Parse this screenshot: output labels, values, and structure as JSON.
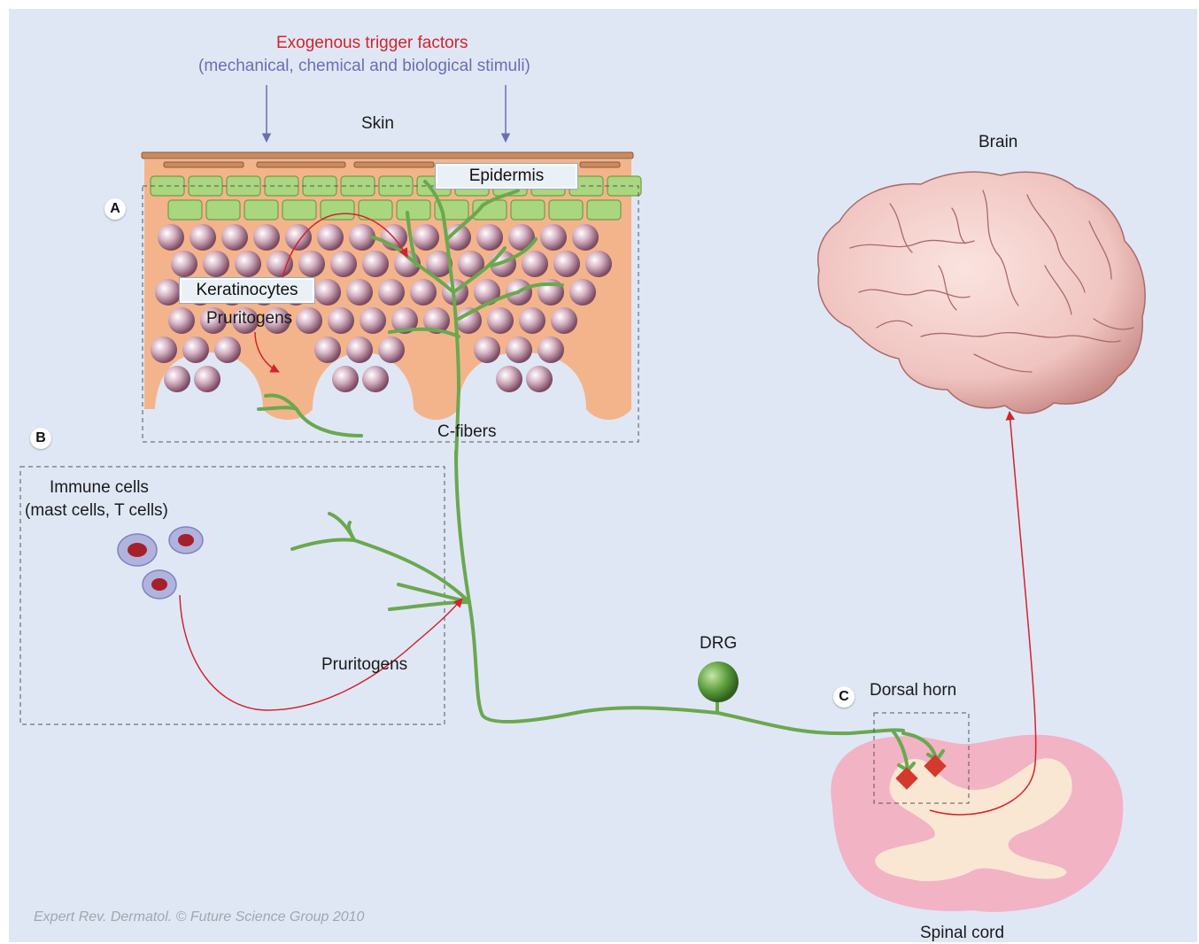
{
  "labels": {
    "trigger_title": "Exogenous trigger factors",
    "trigger_sub": "(mechanical, chemical and biological stimuli)",
    "skin": "Skin",
    "epidermis": "Epidermis",
    "keratinocytes": "Keratinocytes",
    "pruritogens_skin": "Pruritogens",
    "c_fibers": "C-fibers",
    "immune_cells": "Immune cells",
    "immune_cells_sub": "(mast cells, T cells)",
    "pruritogens_immune": "Pruritogens",
    "drg": "DRG",
    "dorsal_horn": "Dorsal horn",
    "spinal_cord": "Spinal cord",
    "brain": "Brain"
  },
  "badges": {
    "a": "A",
    "b": "B",
    "c": "C"
  },
  "credit": "Expert Rev. Dermatol. © Future Science Group 2010",
  "colors": {
    "background": "#dfe7f5",
    "skin_tissue": "#f4b48b",
    "nerve": "#6aa84f",
    "arrow_red": "#d4232b",
    "arrow_blue": "#6a6fb0",
    "keratinocyte": "#c9a0b4",
    "epidermis_cell": "#a9d67e",
    "stratum_corneum": "#c98a5e",
    "spinal_gray": "#f9e6d3",
    "spinal_white": "#f2b3c4",
    "brain": "#f0c4c0"
  }
}
